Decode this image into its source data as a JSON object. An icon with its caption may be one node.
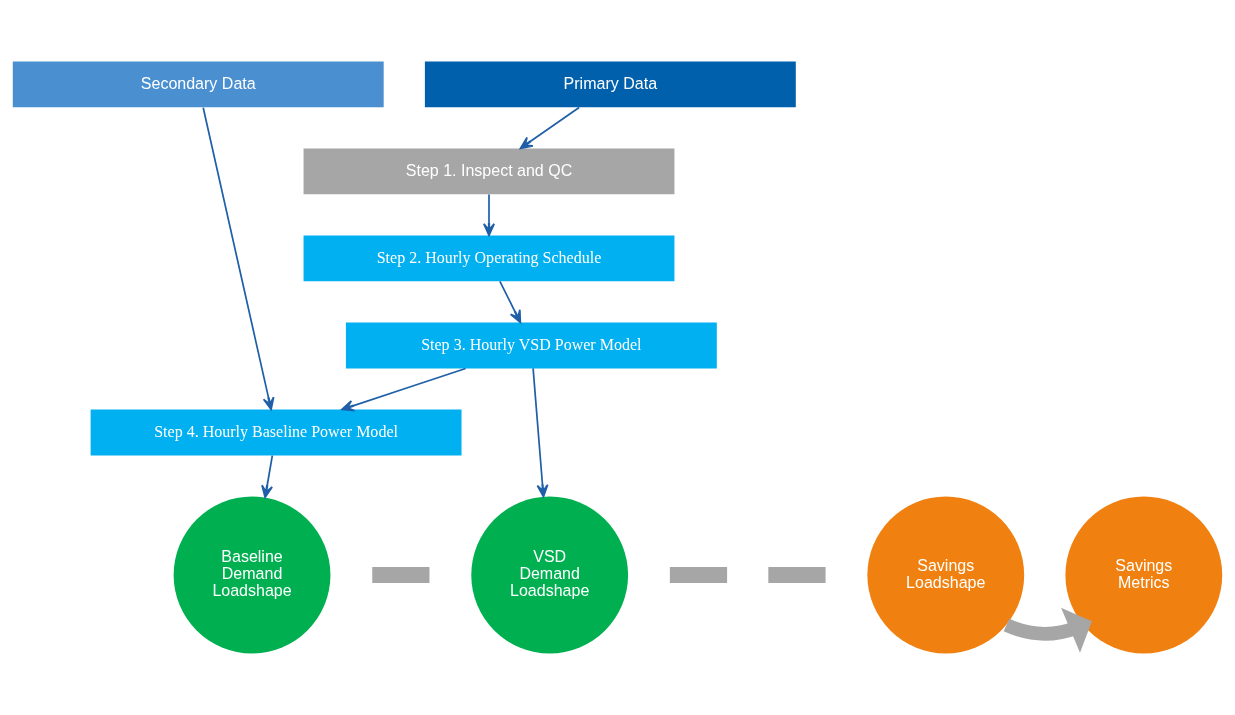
{
  "diagram": {
    "nodes": [
      {
        "text": [
          "Secondary Data"
        ]
      },
      {
        "text": [
          "Primary Data"
        ]
      },
      {
        "text": [
          "Step 1. Inspect and QC"
        ]
      },
      {
        "text": [
          "Step 2. Hourly Operating Schedule"
        ]
      },
      {
        "text": [
          "Step 3. Hourly VSD Power Model"
        ]
      },
      {
        "text": [
          "Step 4. Hourly Baseline Power Model"
        ]
      },
      {
        "text": [
          "Baseline Demand Loadshape"
        ]
      },
      {
        "text": [],
        "shape": "bar"
      },
      {
        "text": [
          "VSD Demand Loadshape"
        ]
      },
      {
        "text": [],
        "shape": "bar"
      },
      {
        "text": [],
        "shape": "bar"
      },
      {
        "text": [
          "Savings Loadshape"
        ]
      },
      {
        "text": [
          "Savings Metrics"
        ]
      }
    ],
    "edges": [
      {
        "from": 1,
        "to": 2,
        "arrow": "to"
      },
      {
        "from": 2,
        "to": 3,
        "arrow": "to"
      },
      {
        "from": 3,
        "to": 4,
        "arrow": "to"
      },
      {
        "from": 0,
        "to": 5,
        "arrow": "to"
      },
      {
        "from": 4,
        "to": 5,
        "arrow": "to"
      },
      {
        "from": 4,
        "to": 8,
        "arrow": "to"
      },
      {
        "from": 5,
        "to": 6,
        "arrow": "to"
      },
      {
        "from": 11,
        "to": 12,
        "arrow": "to",
        "style": "thick",
        "color": "#a6a6a6"
      }
    ]
  }
}
